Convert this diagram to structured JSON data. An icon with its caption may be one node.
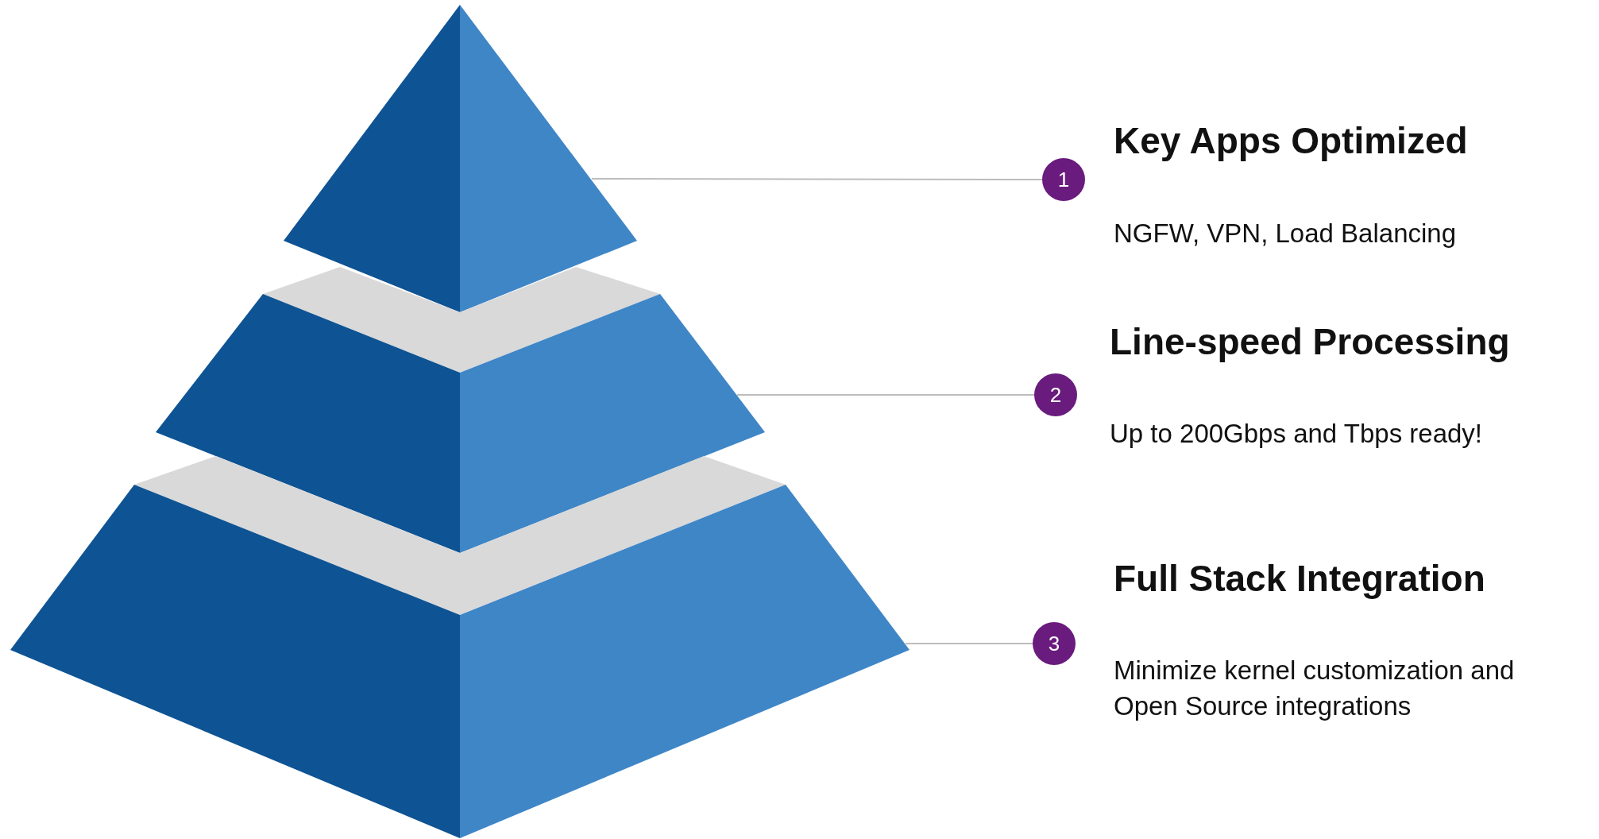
{
  "diagram": {
    "nodes": [
      {
        "text": [],
        "shape": "triangle"
      },
      {
        "text": [],
        "shape": "trapezoid"
      },
      {
        "text": [],
        "shape": "trapezoid"
      },
      {
        "text": [
          "1"
        ],
        "beside": [
          "Key Apps Optimized",
          "NGFW, VPN, Load Balancing"
        ]
      },
      {
        "text": [
          "2"
        ],
        "beside": [
          "Line-speed Processing",
          "Up to 200Gbps and Tbps ready!"
        ]
      },
      {
        "text": [
          "3"
        ],
        "beside": [
          "Full Stack Integration",
          "Minimize kernel customization and Open Source integrations"
        ]
      }
    ],
    "edges": [
      {
        "from": 0,
        "to": 3,
        "arrow": "none"
      },
      {
        "from": 1,
        "to": 4,
        "arrow": "none"
      },
      {
        "from": 2,
        "to": 5,
        "arrow": "none"
      }
    ]
  }
}
